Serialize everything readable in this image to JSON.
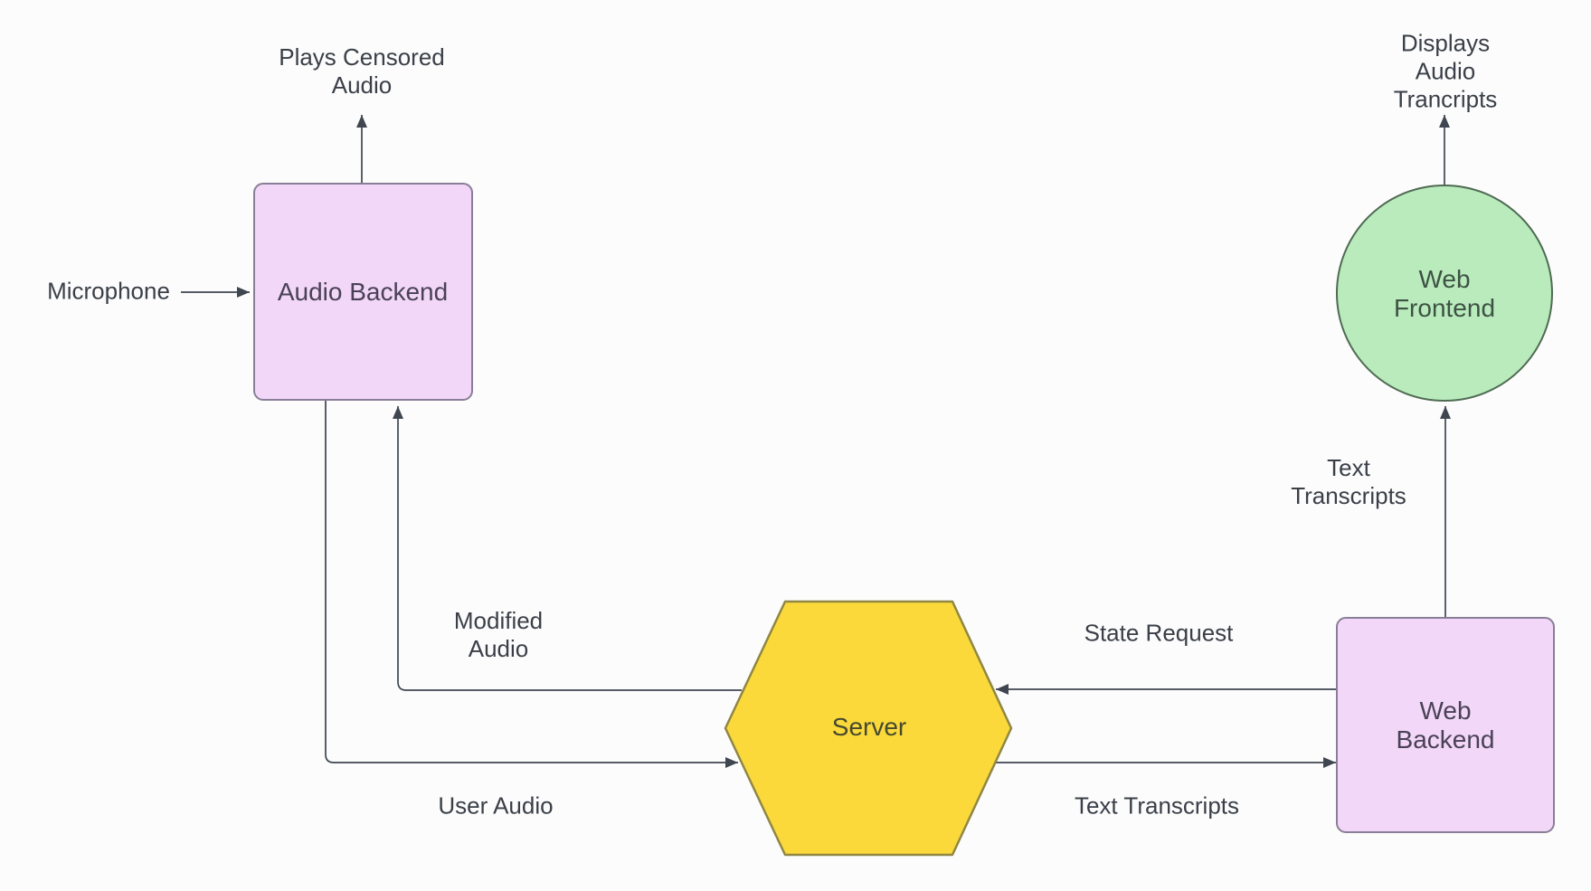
{
  "canvas": {
    "background": "#fcfcfc",
    "connector_color": "#3f4650"
  },
  "nodes": {
    "audio_backend": {
      "label": "Audio Backend",
      "shape": "rounded-rectangle",
      "fill": "#f2d7f8",
      "stroke": "#8a7e96",
      "text_color": "#4a4157"
    },
    "server": {
      "label": "Server",
      "shape": "hexagon",
      "fill": "#fcd93b",
      "stroke": "#8f8743",
      "text_color": "#45492f"
    },
    "web_backend": {
      "label": "Web Backend",
      "shape": "rounded-rectangle",
      "fill": "#f2d7f8",
      "stroke": "#8a7e96",
      "text_color": "#4a4157"
    },
    "web_frontend": {
      "label": "Web Frontend",
      "shape": "circle",
      "fill": "#b9ebbd",
      "stroke": "#4f6b52",
      "text_color": "#3e5243"
    }
  },
  "edge_labels": {
    "microphone": "Microphone",
    "plays_censored_audio": "Plays Censored\nAudio",
    "user_audio": "User Audio",
    "modified_audio": "Modified\nAudio",
    "state_request": "State Request",
    "text_transcripts_server_to_web_backend": "Text Transcripts",
    "text_transcripts_web_backend_to_frontend": "Text\nTranscripts",
    "displays_audio_transcripts": "Displays Audio\nTrancripts"
  },
  "edges": [
    {
      "from": "Microphone (external input)",
      "to": "Audio Backend",
      "label": "Microphone",
      "direction": "right"
    },
    {
      "from": "Audio Backend",
      "to": "Plays Censored Audio (external output)",
      "label": "Plays Censored Audio",
      "direction": "up"
    },
    {
      "from": "Audio Backend",
      "to": "Server",
      "label": "User Audio",
      "direction": "right"
    },
    {
      "from": "Server",
      "to": "Audio Backend",
      "label": "Modified Audio",
      "direction": "up"
    },
    {
      "from": "Web Backend",
      "to": "Server",
      "label": "State Request",
      "direction": "left"
    },
    {
      "from": "Server",
      "to": "Web Backend",
      "label": "Text Transcripts",
      "direction": "right"
    },
    {
      "from": "Web Backend",
      "to": "Web Frontend",
      "label": "Text Transcripts",
      "direction": "up"
    },
    {
      "from": "Web Frontend",
      "to": "Displays Audio Trancripts (external output)",
      "label": "Displays Audio Trancripts",
      "direction": "up"
    }
  ]
}
